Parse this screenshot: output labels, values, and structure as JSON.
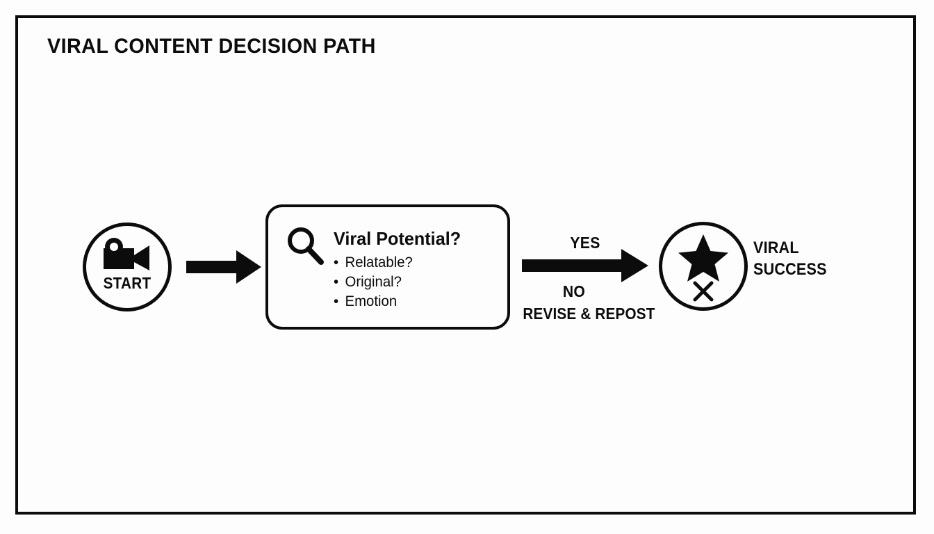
{
  "diagram": {
    "title": "VIRAL CONTENT DECISION PATH",
    "frame_color": "#0c0c0c",
    "background_color": "#fdfdfd"
  },
  "start_node": {
    "icon": "video-camera-icon",
    "label": "START"
  },
  "arrow_1": {
    "icon": "arrow-right-icon"
  },
  "decision_node": {
    "icon": "magnifying-glass-icon",
    "heading": "Viral Potential?",
    "criteria": [
      "Relatable?",
      "Original?",
      "Emotion"
    ]
  },
  "branches": {
    "yes_label": "YES",
    "no_label": "NO",
    "no_action": "REVISE & REPOST",
    "arrow_icon": "arrow-right-icon"
  },
  "success_node": {
    "star_icon": "star-icon",
    "x_icon": "x-mark-icon",
    "label_line_1": "VIRAL",
    "label_line_2": "SUCCESS"
  }
}
